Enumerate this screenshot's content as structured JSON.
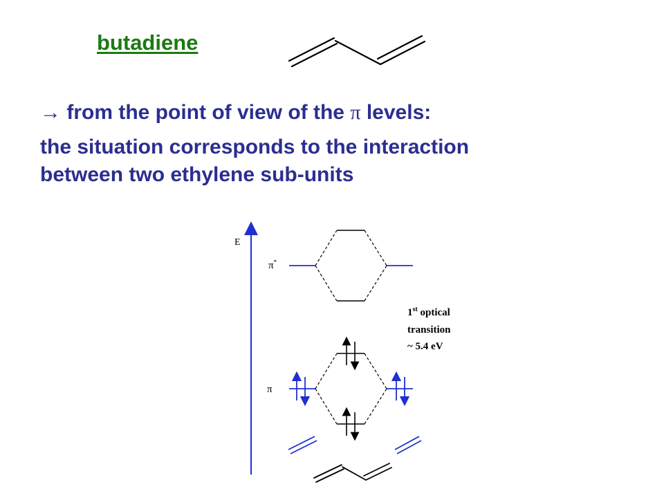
{
  "slide": {
    "title": "butadiene",
    "line1_arrow": "→",
    "line1_text": "from the point of view of the",
    "line1_pi": "π",
    "line1_tail": "levels:",
    "line2": "the situation corresponds to the interaction",
    "line3": "between two ethylene sub-units"
  },
  "diagram": {
    "energy_axis_label": "E",
    "pi_star_label": "π",
    "pi_star_sup": "*",
    "pi_label": "π",
    "note_line1": "1",
    "note_line1_sup": "st",
    "note_line1_rest": " optical",
    "note_line2": "transition",
    "note_line3": "~ 5.4 eV"
  },
  "colors": {
    "title": "#1b7a12",
    "text": "#2b2e8f",
    "blue": "#1f2fd0",
    "black": "#000000"
  }
}
